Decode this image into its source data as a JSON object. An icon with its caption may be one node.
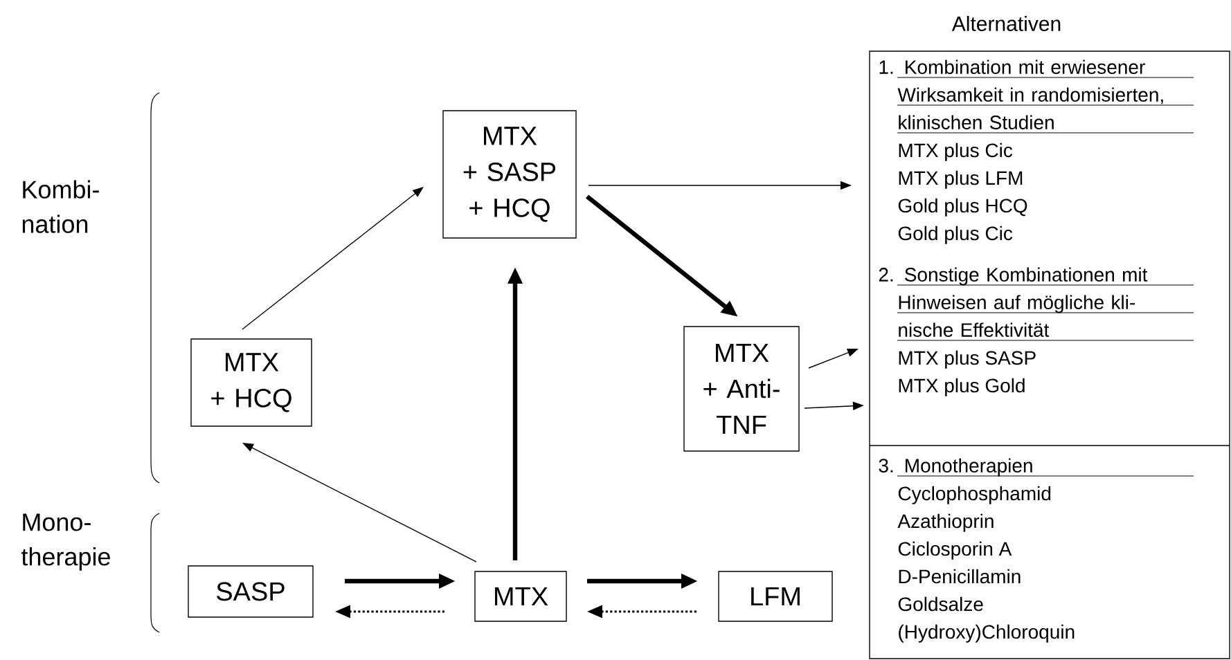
{
  "diagram": {
    "nodes": [
      {
        "text": [
          "MTX + SASP + HCQ"
        ]
      },
      {
        "text": [
          "MTX + HCQ"
        ]
      },
      {
        "text": [
          "MTX + Anti- TNF"
        ]
      },
      {
        "text": [
          "SASP"
        ]
      },
      {
        "text": [
          "MTX"
        ]
      },
      {
        "text": [
          "LFM"
        ]
      },
      {
        "text": [
          "1. Kombination mit erwiesener Wirksamkeit in randomisierten, klinischen Studien",
          "MTX plus Cic",
          "MTX plus LFM",
          "Gold plus HCQ",
          "Gold plus Cic"
        ]
      },
      {
        "text": [
          "2. Sonstige Kombinationen mit Hinweisen auf mögliche kli- nische Effektivität",
          "MTX plus SASP",
          "MTX plus Gold"
        ]
      },
      {
        "text": [
          "3. Monotherapien",
          "Cyclophosphamid",
          "Azathioprin",
          "Ciclosporin A",
          "D-Penicillamin",
          "Goldsalze",
          "(Hydroxy)Chloroquin"
        ]
      }
    ],
    "edges": [
      {
        "from": 1,
        "to": 0,
        "arrow": "to"
      },
      {
        "from": 4,
        "to": 0,
        "arrow": "to",
        "style": "thick"
      },
      {
        "from": 0,
        "to": 2,
        "arrow": "to",
        "style": "thick"
      },
      {
        "from": 0,
        "to": 6,
        "arrow": "to"
      },
      {
        "from": 2,
        "to": 7,
        "arrow": "to"
      },
      {
        "from": 2,
        "to": 7,
        "arrow": "to"
      },
      {
        "from": 4,
        "to": 1,
        "arrow": "to"
      },
      {
        "from": 3,
        "to": 4,
        "arrow": "to",
        "style": "thick"
      },
      {
        "from": 4,
        "to": 3,
        "arrow": "to",
        "style": "dashed"
      },
      {
        "from": 4,
        "to": 5,
        "arrow": "to",
        "style": "thick"
      },
      {
        "from": 5,
        "to": 4,
        "arrow": "to",
        "style": "dashed"
      }
    ],
    "labels": [
      "Alternativen",
      "Kombi- nation",
      "Mono- therapie"
    ]
  }
}
